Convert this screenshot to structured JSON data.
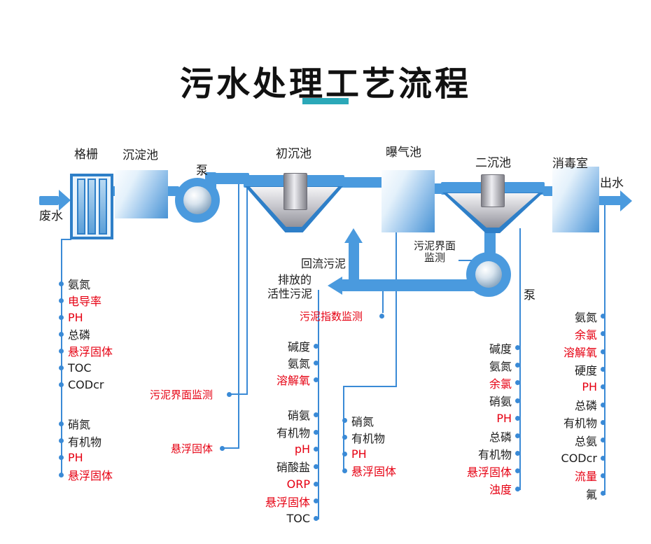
{
  "title": "污水处理工艺流程",
  "stages": {
    "wastewater_in": "废水",
    "screen": "格栅",
    "sedimentation_tank": "沉淀池",
    "pump1": "泵",
    "primary_tank": "初沉池",
    "aeration_tank": "曝气池",
    "secondary_tank": "二沉池",
    "disinfection_room": "消毒室",
    "water_out": "出水",
    "pump2": "泵"
  },
  "annotations": {
    "return_sludge": "回流污泥",
    "discharged_line1": "排放的",
    "discharged_line2": "活性污泥",
    "sludge_index_monitor": "污泥指数监测",
    "sludge_interface_mid_line1": "污泥界面",
    "sludge_interface_mid_line2": "监测",
    "sludge_interface_left": "污泥界面监测",
    "suspended_solids_single": "悬浮固体"
  },
  "sensor_groups": {
    "screen_outlet": [
      {
        "label": "氨氮",
        "red": false
      },
      {
        "label": "电导率",
        "red": true
      },
      {
        "label": "PH",
        "red": true
      },
      {
        "label": "总磷",
        "red": false
      },
      {
        "label": "悬浮固体",
        "red": true
      },
      {
        "label": "TOC",
        "red": false
      },
      {
        "label": "CODcr",
        "red": false
      }
    ],
    "screen_outlet2": [
      {
        "label": "硝氮",
        "red": false
      },
      {
        "label": "有机物",
        "red": false
      },
      {
        "label": "PH",
        "red": true
      },
      {
        "label": "悬浮固体",
        "red": true
      }
    ],
    "primary_outlet": [
      {
        "label": "碱度",
        "red": false
      },
      {
        "label": "氨氮",
        "red": false
      },
      {
        "label": "溶解氧",
        "red": true
      }
    ],
    "aeration_line": [
      {
        "label": "硝氨",
        "red": false
      },
      {
        "label": "有机物",
        "red": false
      },
      {
        "label": "pH",
        "red": true
      },
      {
        "label": "硝酸盐",
        "red": false
      },
      {
        "label": "ORP",
        "red": true
      },
      {
        "label": "悬浮固体",
        "red": true
      },
      {
        "label": "TOC",
        "red": false
      }
    ],
    "aeration_outlet": [
      {
        "label": "硝氮",
        "red": false
      },
      {
        "label": "有机物",
        "red": false
      },
      {
        "label": "PH",
        "red": true
      },
      {
        "label": "悬浮固体",
        "red": true
      }
    ],
    "secondary_outlet": [
      {
        "label": "碱度",
        "red": false
      },
      {
        "label": "氨氮",
        "red": false
      },
      {
        "label": "余氯",
        "red": true
      },
      {
        "label": "硝氨",
        "red": false
      },
      {
        "label": "PH",
        "red": true
      },
      {
        "label": "总磷",
        "red": false
      },
      {
        "label": "有机物",
        "red": false
      },
      {
        "label": "悬浮固体",
        "red": true
      },
      {
        "label": "浊度",
        "red": true
      }
    ],
    "effluent": [
      {
        "label": "氨氮",
        "red": false
      },
      {
        "label": "余氯",
        "red": true
      },
      {
        "label": "溶解氧",
        "red": true
      },
      {
        "label": "硬度",
        "red": false
      },
      {
        "label": "PH",
        "red": true
      },
      {
        "label": "总磷",
        "red": false
      },
      {
        "label": "有机物",
        "red": false
      },
      {
        "label": "总氨",
        "red": false
      },
      {
        "label": "CODcr",
        "red": false
      },
      {
        "label": "流量",
        "red": true
      },
      {
        "label": "氟",
        "red": false
      }
    ]
  },
  "colors": {
    "pipe_blue": "#4a9ade",
    "tank_border": "#2e7fc8",
    "line_blue": "#3a8ad6",
    "accent_teal": "#2ba8b8",
    "alert_red": "#e60012",
    "text_black": "#1c1c1c"
  }
}
